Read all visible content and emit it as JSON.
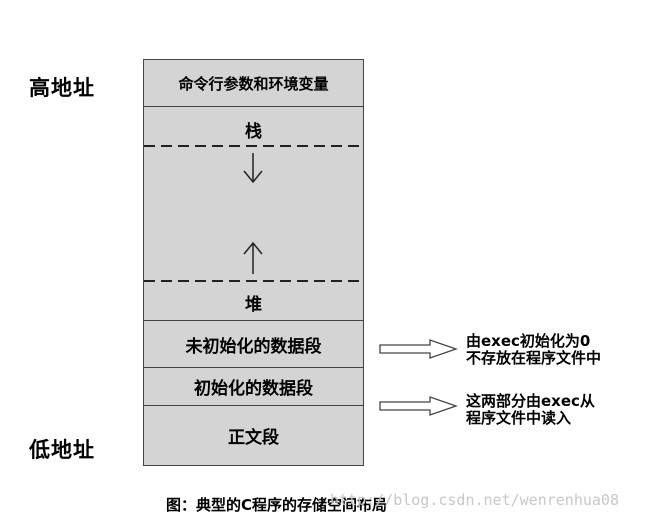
{
  "labels": {
    "high_address": "高地址",
    "low_address": "低地址"
  },
  "segments": {
    "args_env": "命令行参数和环境变量",
    "stack": "栈",
    "heap": "堆",
    "bss": "未初始化的数据段",
    "data": "初始化的数据段",
    "text": "正文段"
  },
  "notes": {
    "bss_line1": "由exec初始化为0",
    "bss_line2": "不存放在程序文件中",
    "data_line1": "这两部分由exec从",
    "data_line2": "程序文件中读入"
  },
  "caption": "图：典型的C程序的存储空间布局",
  "watermark": "http://blog.csdn.net/wenrenhua08",
  "colors": {
    "segment_fill": "#d4d4d4",
    "border": "#444444",
    "background": "#ffffff"
  },
  "icons": {
    "stack_growth": "arrow-down-icon",
    "heap_growth": "arrow-up-icon",
    "note_pointer": "hollow-arrow-left-icon"
  }
}
